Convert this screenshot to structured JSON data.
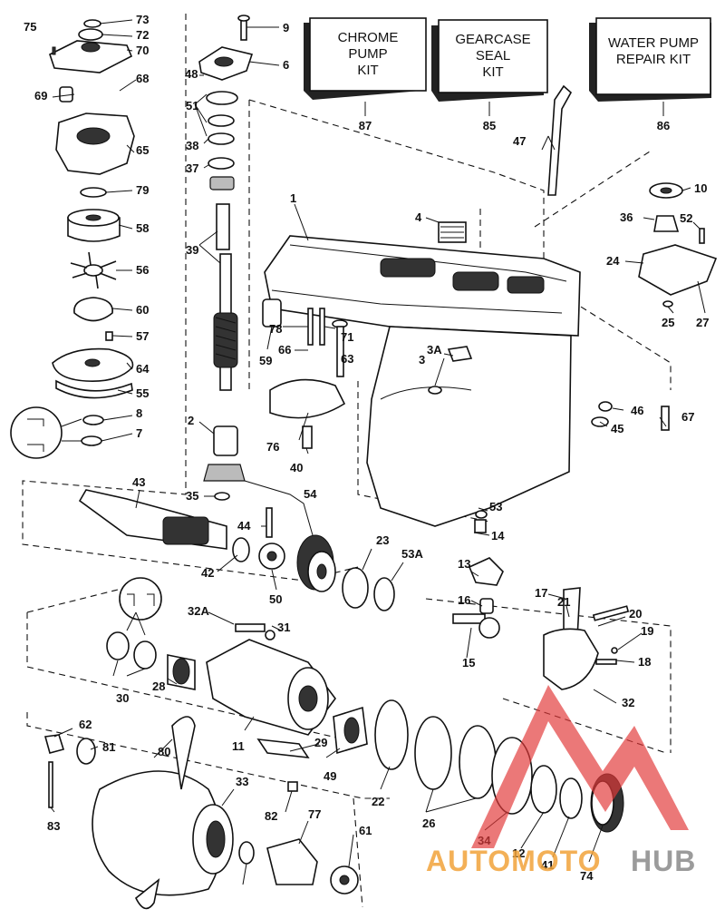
{
  "kits": [
    {
      "id": "87",
      "lines": [
        "CHROME",
        "PUMP",
        "KIT"
      ]
    },
    {
      "id": "85",
      "lines": [
        "GEARCASE",
        "SEAL",
        "KIT"
      ]
    },
    {
      "id": "86",
      "lines": [
        "WATER PUMP",
        "REPAIR KIT"
      ]
    }
  ],
  "part_labels": [
    "75",
    "73",
    "72",
    "70",
    "68",
    "69",
    "65",
    "79",
    "58",
    "56",
    "60",
    "57",
    "64",
    "55",
    "8",
    "7",
    "9",
    "6",
    "48",
    "51",
    "38",
    "37",
    "39",
    "2",
    "35",
    "1",
    "4",
    "47",
    "10",
    "36",
    "52",
    "24",
    "25",
    "27",
    "78",
    "71",
    "66",
    "63",
    "59",
    "3A",
    "3",
    "46",
    "45",
    "67",
    "76",
    "40",
    "54",
    "43",
    "44",
    "42",
    "50",
    "23",
    "53A",
    "53",
    "14",
    "13",
    "16",
    "15",
    "17",
    "21",
    "20",
    "19",
    "18",
    "32",
    "32A",
    "31",
    "30",
    "28",
    "11",
    "29",
    "49",
    "22",
    "26",
    "34",
    "12",
    "41",
    "74",
    "62",
    "81",
    "80",
    "33",
    "82",
    "77",
    "61",
    "83"
  ],
  "watermark": {
    "part1": "AUTOMOTO",
    "part2": "HUB"
  },
  "colors": {
    "ink": "#111111",
    "watermark_red": "#e23a3a",
    "watermark_orange": "#f2a33a",
    "watermark_gray": "#8a8a8a"
  }
}
